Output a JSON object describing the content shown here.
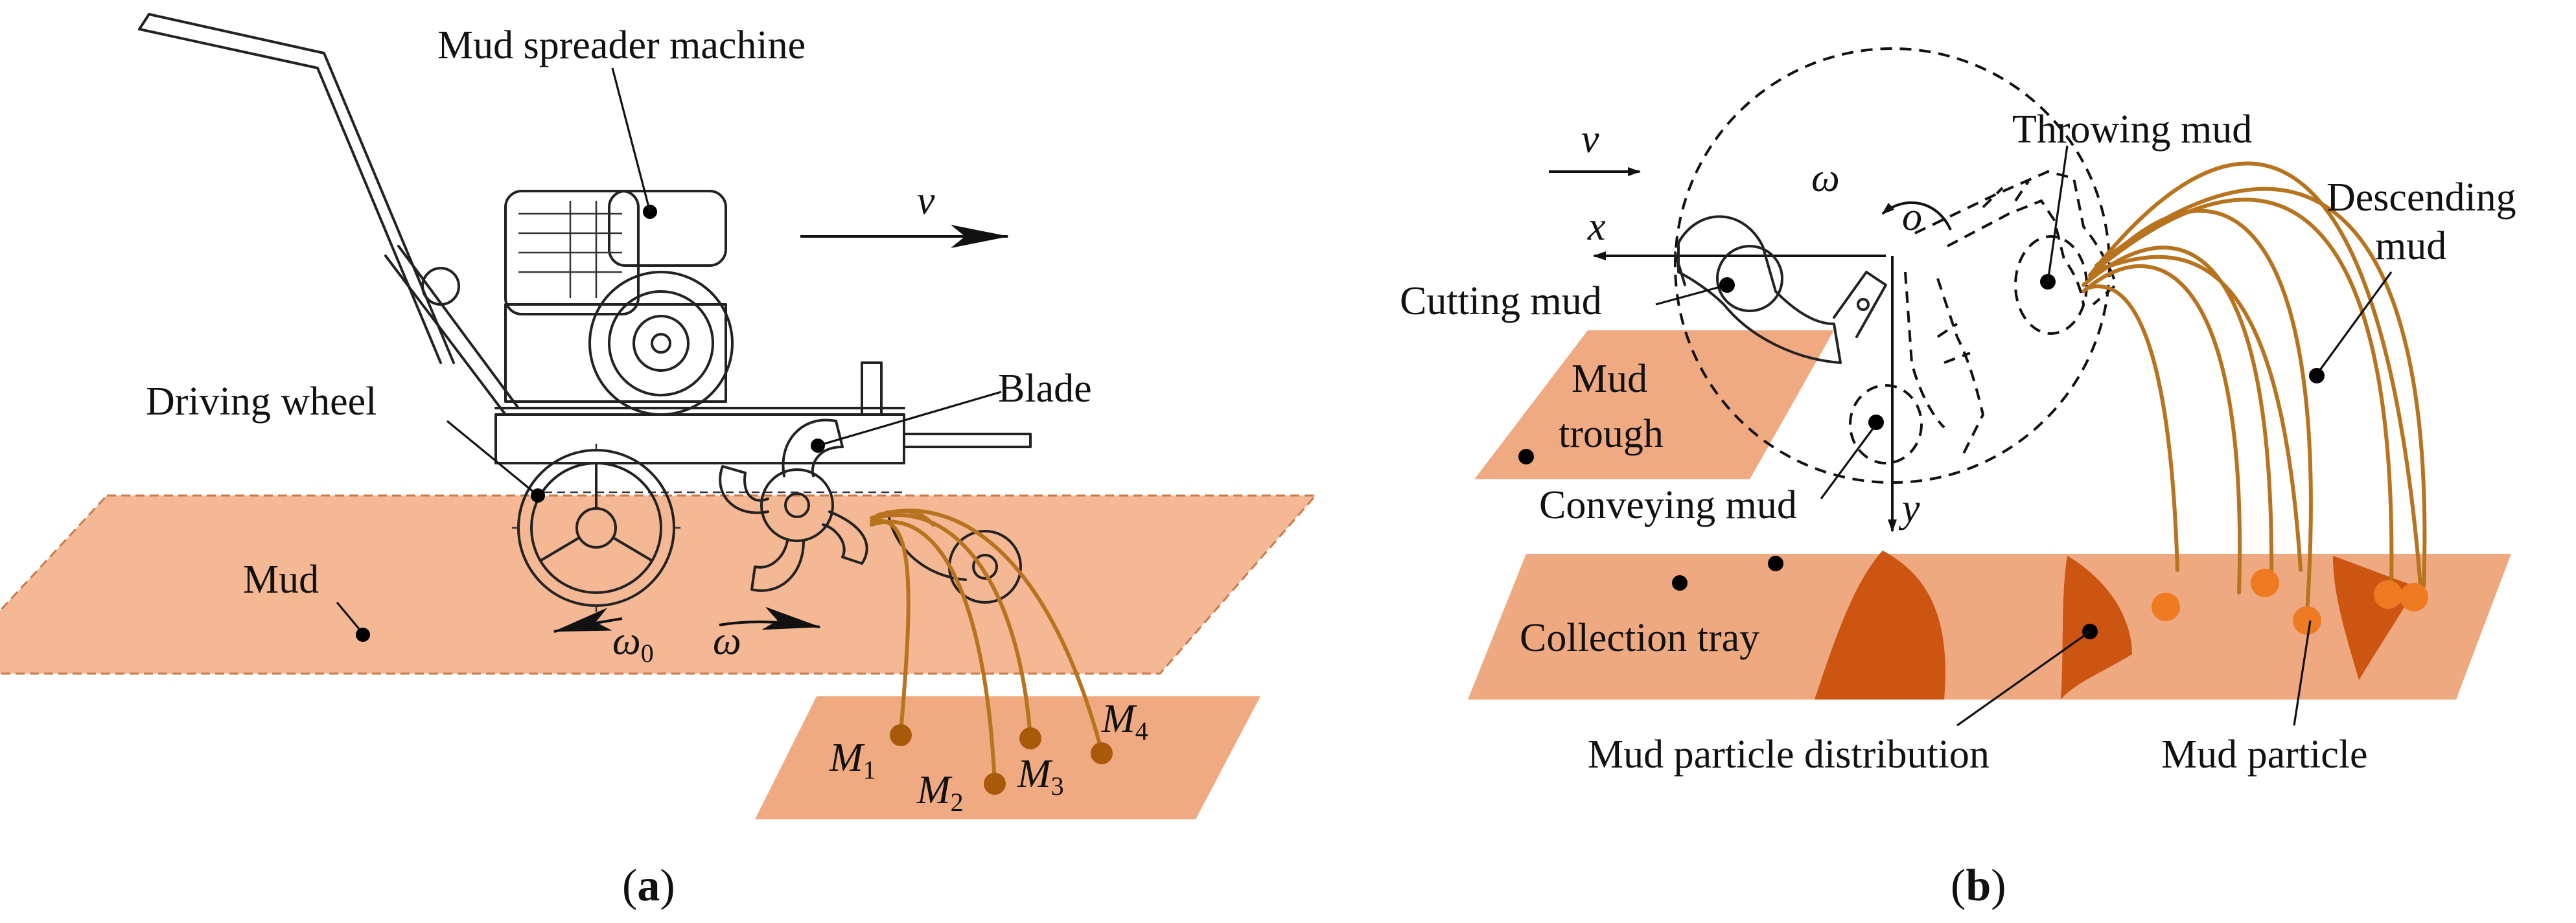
{
  "panel_a": {
    "label_machine": "Mud spreader machine",
    "label_blade": "Blade",
    "label_driving_wheel": "Driving wheel",
    "label_mud": "Mud",
    "symbol_v": "v",
    "symbol_omega": "ω",
    "symbol_omega0_main": "ω",
    "symbol_omega0_sub": "0",
    "points": [
      {
        "main": "M",
        "sub": "1"
      },
      {
        "main": "M",
        "sub": "2"
      },
      {
        "main": "M",
        "sub": "3"
      },
      {
        "main": "M",
        "sub": "4"
      }
    ],
    "caption_open": "(",
    "caption_letter": "a",
    "caption_close": ")"
  },
  "panel_b": {
    "symbol_v": "v",
    "symbol_omega": "ω",
    "symbol_o": "o",
    "symbol_x": "x",
    "symbol_y": "y",
    "label_throwing": "Throwing mud",
    "label_descending_1": "Descending",
    "label_descending_2": "mud",
    "label_cutting": "Cutting mud",
    "label_trough_1": "Mud",
    "label_trough_2": "trough",
    "label_conveying": "Conveying mud",
    "label_tray": "Collection tray",
    "label_distribution": "Mud particle distribution",
    "label_particle": "Mud particle",
    "caption_open": "(",
    "caption_letter": "b",
    "caption_close": ")"
  },
  "colors": {
    "mud_fill": "#f4b894",
    "tray_fill": "#efa980",
    "distribution_fill": "#cc5512",
    "trajectory": "#b8731e",
    "particle_orange": "#ee7a22",
    "particle_brown": "#a85a0a"
  }
}
